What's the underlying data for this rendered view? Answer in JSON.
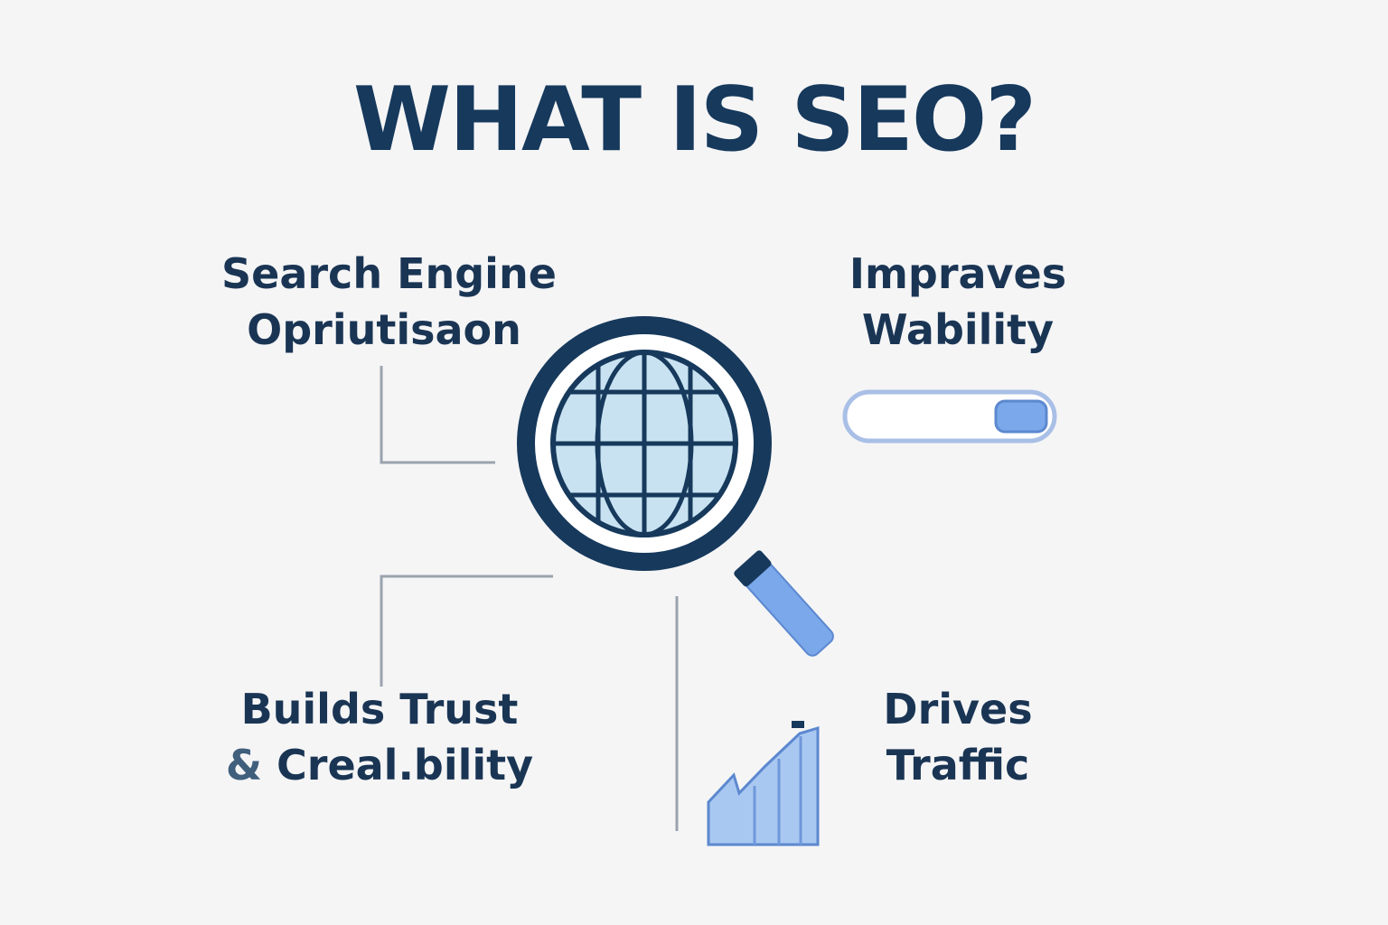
{
  "title": "WHAT IS SEO?",
  "points": [
    {
      "line1": "Search Engine",
      "line2": "Opriutisaon"
    },
    {
      "line1": "Impraves",
      "line2": "Wability"
    },
    {
      "line1": "Builds Trust",
      "line2_amp": "&",
      "line2_rest": "Creal.bility"
    },
    {
      "line1": "Drives",
      "line2": "Traffic"
    }
  ],
  "colors": {
    "background": "#f5f5f6",
    "navy": "#16395c",
    "globe_fill": "#c8e2f1",
    "accent_blue": "#7aa8ea",
    "connector_gray": "#9aa3ad"
  },
  "icons": {
    "center": "magnifier-globe-icon",
    "visibility": "search-bar-icon",
    "traffic": "growth-chart-icon"
  }
}
